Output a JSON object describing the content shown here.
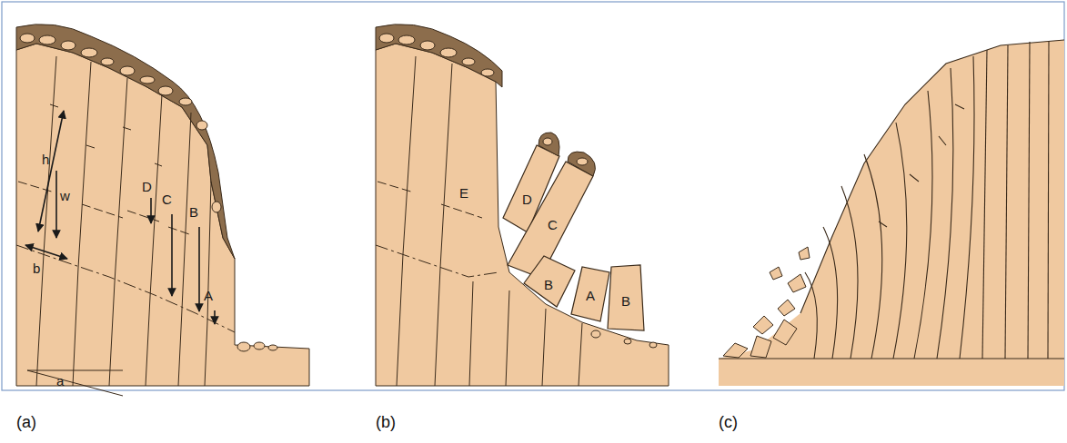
{
  "diagram": {
    "labels": [
      "h",
      "w",
      "D",
      "C",
      "B",
      "A",
      "b",
      "a",
      "(a)",
      "E",
      "D",
      "C",
      "B",
      "A",
      "B",
      "(b)",
      "(c)"
    ]
  }
}
